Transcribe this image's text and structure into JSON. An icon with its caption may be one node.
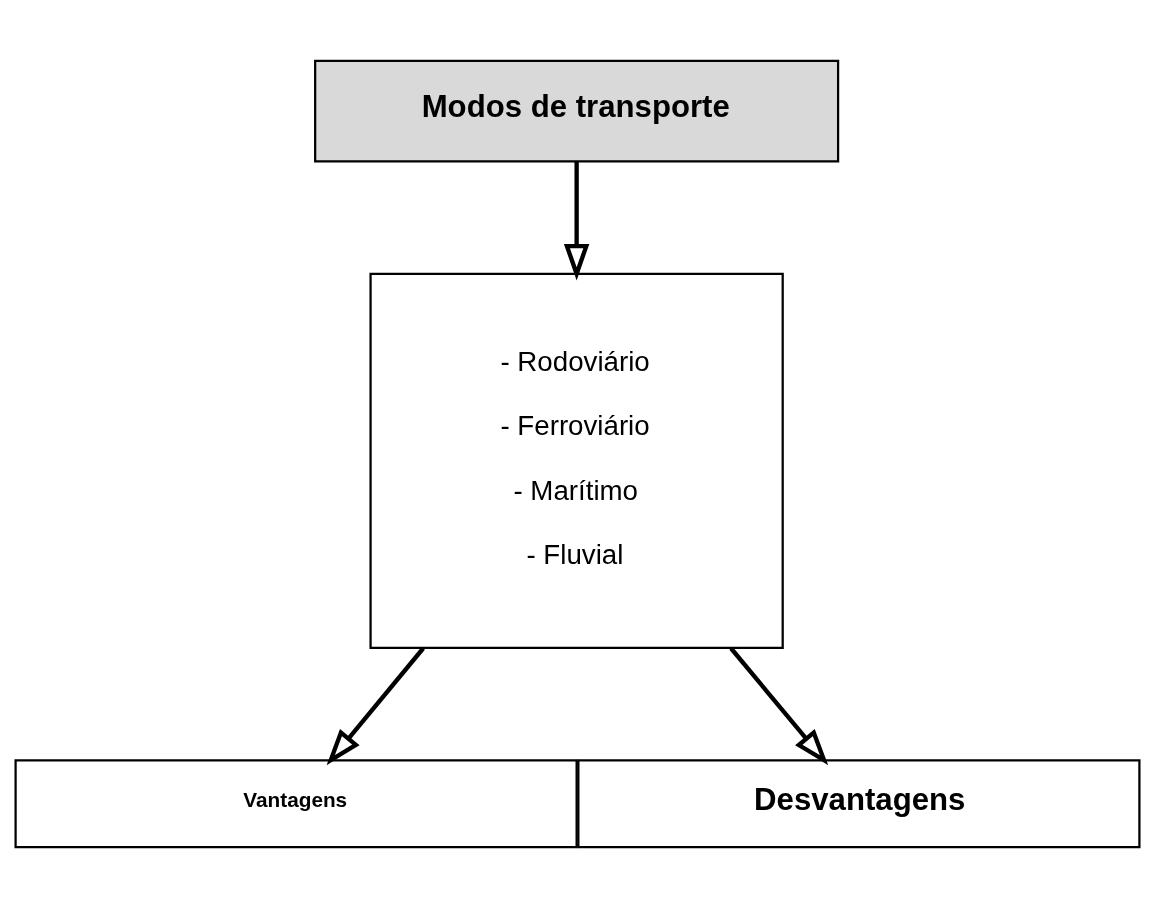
{
  "diagram": {
    "nodes": [
      {
        "text": [
          "Modos de transporte"
        ]
      },
      {
        "text": [
          "- Rodoviário",
          "- Ferroviário",
          "- Marítimo",
          "- Fluvial"
        ]
      },
      {
        "text": [
          "Vantagens"
        ]
      },
      {
        "text": [
          "Desvantagens"
        ]
      }
    ],
    "edges": [
      {
        "from": 0,
        "to": 1,
        "arrow": "to"
      },
      {
        "from": 1,
        "to": 2,
        "arrow": "to"
      },
      {
        "from": 1,
        "to": 3,
        "arrow": "to"
      }
    ]
  }
}
